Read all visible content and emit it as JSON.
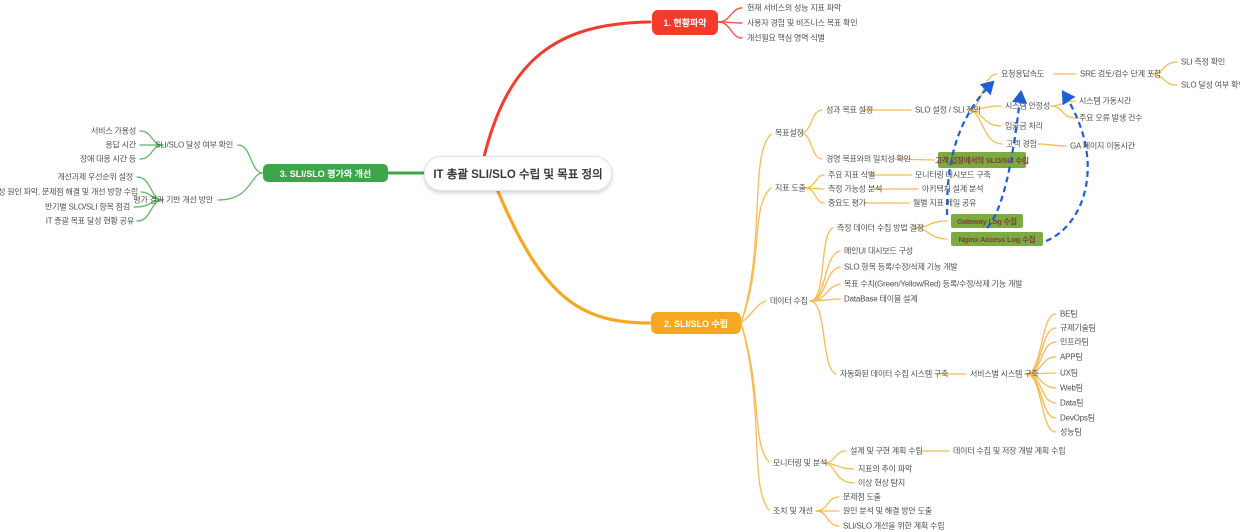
{
  "central": {
    "title": "IT 총괄 SLI/SLO 수립 및 목표 정의"
  },
  "branch1": {
    "label": "1. 현황파악",
    "items": [
      "현재 서비스의 성능 지표 파악",
      "사용자 경험 및 비즈니스 목표 확인",
      "개선필요 핵심 영역 식별"
    ]
  },
  "branch2": {
    "label": "2. SLI/SLO 수립",
    "goal": {
      "label": "목표설정",
      "perf": {
        "label": "성과 목표 설정",
        "slo_def": "SLO 설정 / SLI 정의",
        "resp": {
          "label": "요청응답속도",
          "sre": "SRE 검토/검수 단계 포함",
          "sli_check": "SLI 측정 확인",
          "slo_check": "SLO 달성 여부 확인"
        },
        "stability": {
          "label": "시스템 안정성",
          "uptime": "시스템 가동시간",
          "errors": "주요 오류 발생 건수"
        },
        "deposit": "입출금 처리",
        "cx": {
          "label": "고객 경험",
          "ga": "GA 페이지 이동시간"
        }
      },
      "align": {
        "label": "경영 목표와의 일치성 확인",
        "customer_box": "고객 입장에서의 SLO/SLI 수립"
      }
    },
    "indicator": {
      "label": "지표 도출",
      "rows": [
        {
          "left": "주요 지표 식별",
          "right": "모니터링 대시보드 구축"
        },
        {
          "left": "측정 가능성 분석",
          "right": "아키텍처 설계 분석"
        },
        {
          "left": "중요도 평가",
          "right": "월별 지표 메일 공유"
        }
      ]
    },
    "collect": {
      "label": "데이터 수집",
      "method": {
        "label": "측정 데이터 수집 방법 결정",
        "boxes": [
          "Gateway Log 수집",
          "Nginx Access Log 수집"
        ]
      },
      "items": [
        "메인UI 대시보드 구성",
        "SLO 항목 등록/수정/삭제 기능 개발",
        "목표 수치(Green/Yellow/Red) 등록/수정/삭제 기능 개발",
        "DataBase 테이블 설계"
      ],
      "auto": {
        "label": "자동화된 데이터 수집 시스템 구축",
        "service": "서비스별 시스템 구축",
        "teams": [
          "BE팀",
          "규제기술팀",
          "인프라팀",
          "APP팀",
          "UX팀",
          "Web팀",
          "Data팀",
          "DevOps팀",
          "성능팀"
        ]
      }
    },
    "monitor": {
      "label": "모니터링 및 분석",
      "plan": {
        "label": "설계 및 구현 계획 수립",
        "child": "데이터 수집 및 저장 개발 계획 수립"
      },
      "items": [
        "지표의 추이 파악",
        "이상 현상 탐지"
      ]
    },
    "action": {
      "label": "조치 및 개선",
      "items": [
        "문제점 도출",
        "원인 분석 및 해결 방안 도출",
        "SLI/SLO 개선을 위한 계획 수립"
      ]
    }
  },
  "branch3": {
    "label": "3. SLI/SLO 평가와 개선",
    "check": {
      "label": "SLI/SLO 달성 여부 확인",
      "items": [
        "서비스 가용성",
        "응답 시간",
        "장애 대응 시간 등"
      ]
    },
    "improve": {
      "label": "평가 결과 기반 개선 방안",
      "items": [
        "개선과제 우선순위 설정",
        "미달성 원인 파악, 문제점 해결 및 개선 방향 수립",
        "반기별 SLO/SLI 항목 점검",
        "IT 총괄 목표 달성 현황 공유"
      ]
    }
  },
  "colors": {
    "red": "#f43b2c",
    "orange": "#f7a822",
    "green": "#3da54a",
    "leaf_green_box": "#7cab41",
    "arrow_blue": "#1e5fd6"
  }
}
